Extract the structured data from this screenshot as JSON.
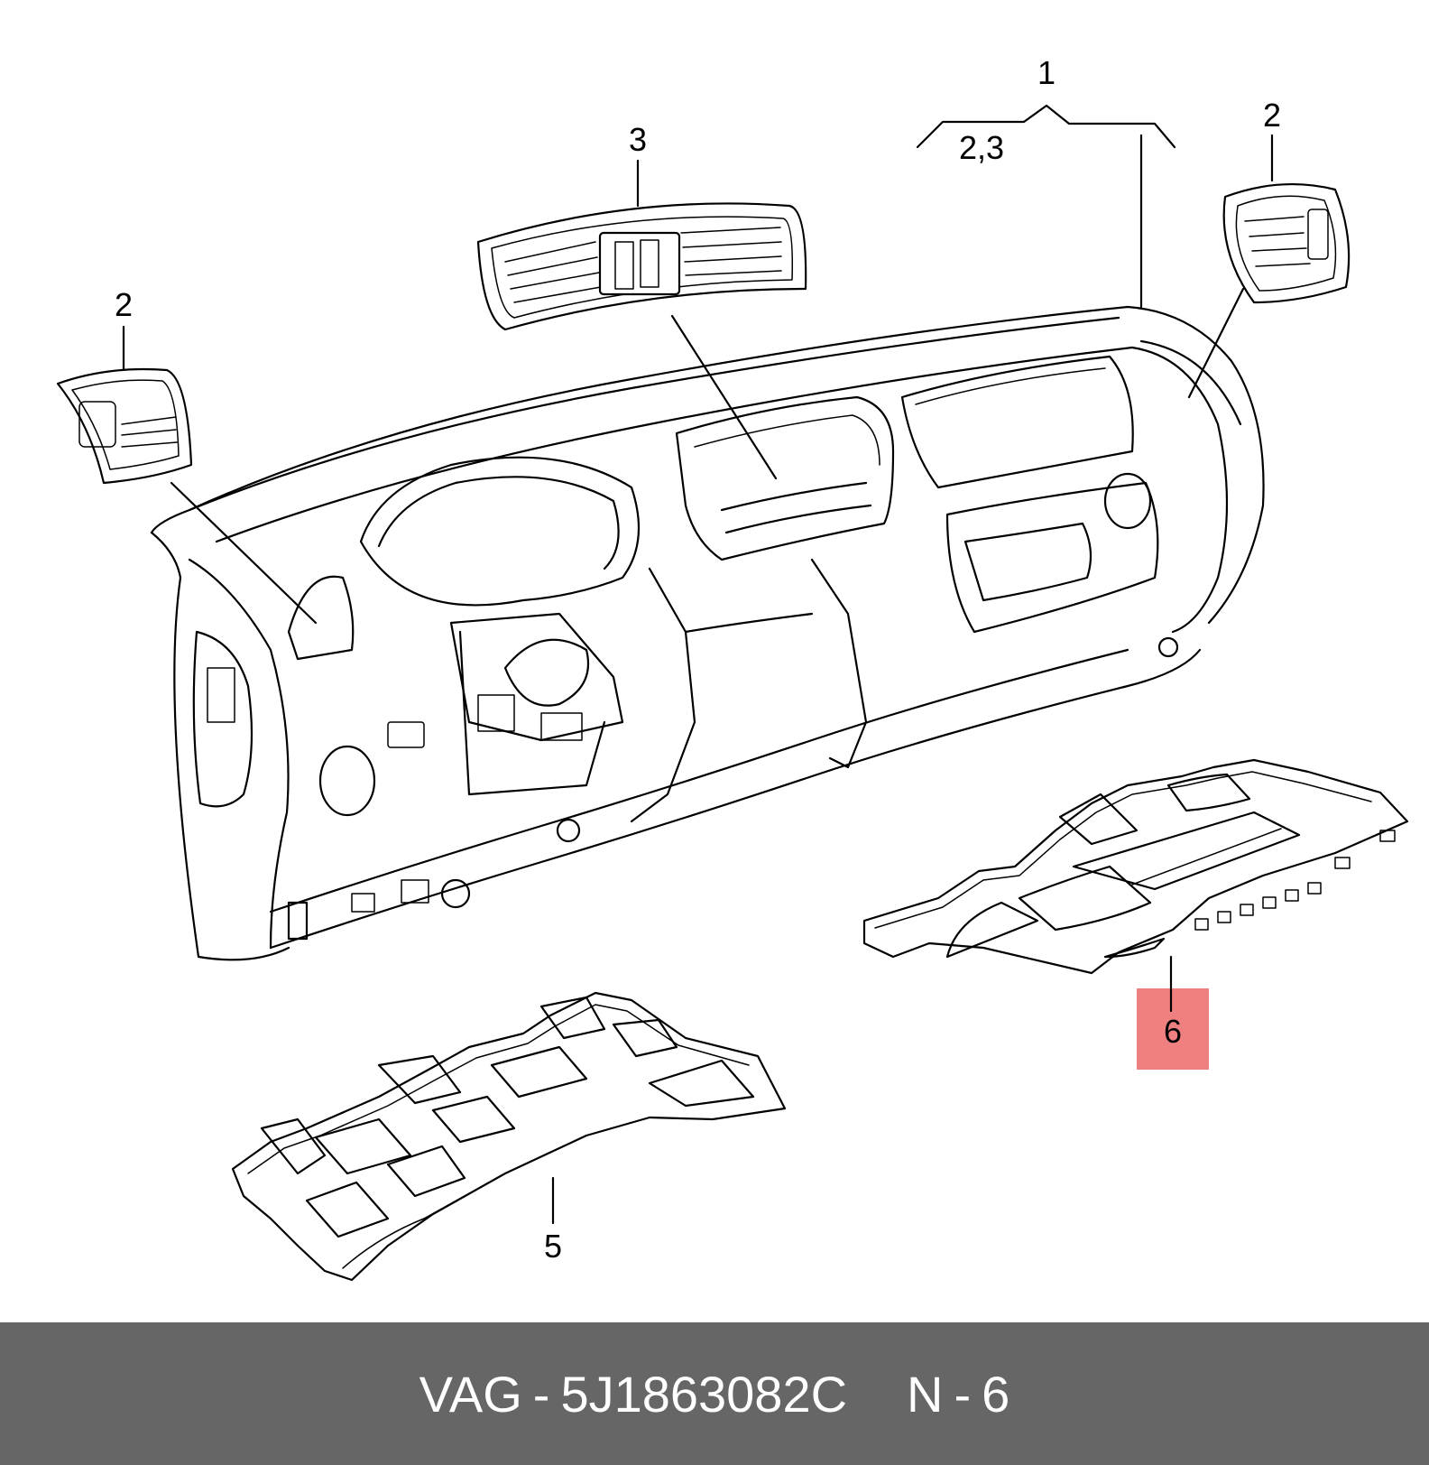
{
  "diagram": {
    "callouts": [
      {
        "id": "1",
        "label": "1"
      },
      {
        "id": "1-sub",
        "label": "2,3"
      },
      {
        "id": "2-left",
        "label": "2"
      },
      {
        "id": "2-right",
        "label": "2"
      },
      {
        "id": "3",
        "label": "3"
      },
      {
        "id": "5",
        "label": "5"
      },
      {
        "id": "6",
        "label": "6",
        "highlight_color": "#f08080"
      }
    ]
  },
  "footer": {
    "brand": "VAG",
    "separator": "-",
    "part_number": "5J1863082C",
    "position_prefix": "N",
    "position_separator": "-",
    "position_number": "6",
    "background_color": "#666666",
    "text_color": "#ffffff"
  }
}
